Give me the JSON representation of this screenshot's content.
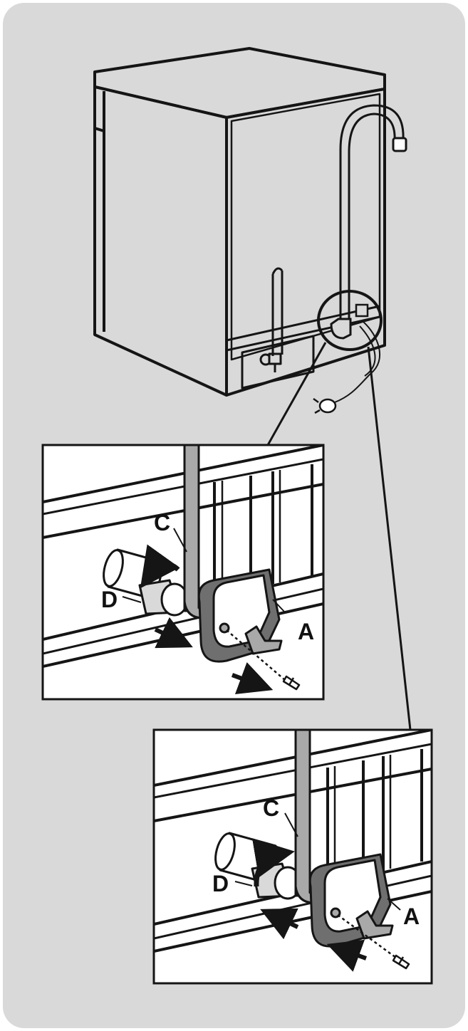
{
  "figure": {
    "colors": {
      "panel_background": "#d9d9d9",
      "line": "#151515",
      "hose": "#a9a9a9",
      "fitting": "#6f6f6f",
      "white": "#ffffff"
    },
    "icons": [
      "dishwasher-drawing",
      "drain-hose-drawing",
      "power-plug-drawing",
      "magnifier-circle",
      "screw-icon",
      "arrow-icon",
      "rotate-arrow-icon"
    ]
  },
  "detail_top": {
    "label_a": "A",
    "label_c": "C",
    "label_d": "D"
  },
  "detail_bottom": {
    "label_a": "A",
    "label_c": "C",
    "label_d": "D"
  }
}
